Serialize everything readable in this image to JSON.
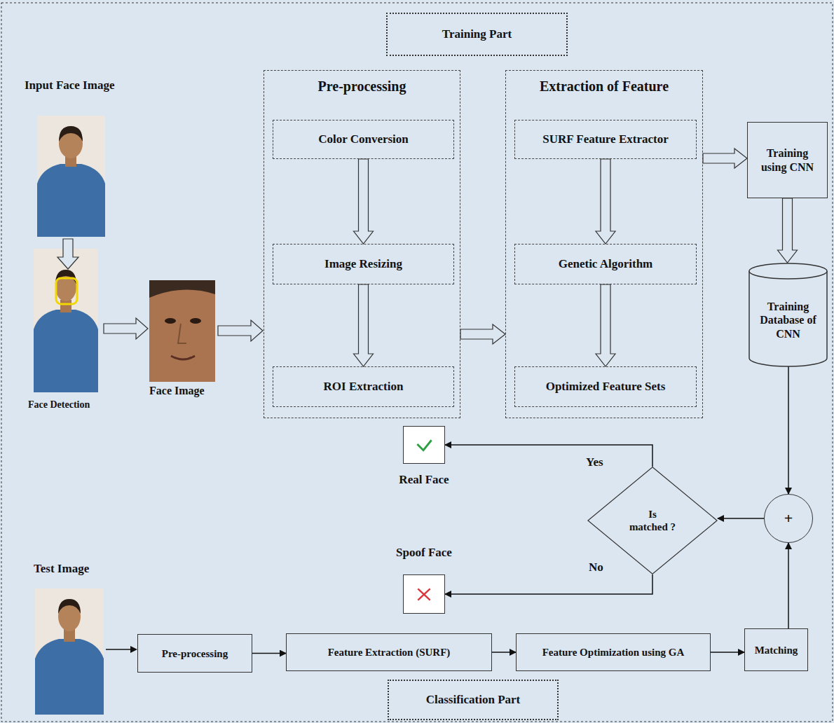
{
  "diagram": {
    "nodes": [
      {
        "text": [
          "Training Part"
        ]
      },
      {
        "text": [
          "Pre-processing"
        ]
      },
      {
        "text": [
          "Color Conversion"
        ],
        "in": 1
      },
      {
        "text": [
          "Image Resizing"
        ],
        "in": 1
      },
      {
        "text": [
          "ROI Extraction"
        ],
        "in": 1
      },
      {
        "text": [
          "Extraction of Feature"
        ]
      },
      {
        "text": [
          "SURF Feature Extractor"
        ],
        "in": 5
      },
      {
        "text": [
          "Genetic Algorithm"
        ],
        "in": 5
      },
      {
        "text": [
          "Optimized Feature Sets"
        ],
        "in": 5
      },
      {
        "text": [
          "Training using CNN"
        ]
      },
      {
        "text": [
          "Training Database of CNN"
        ]
      },
      {
        "text": [
          "Real Face"
        ]
      },
      {
        "text": [
          "Is matched ?"
        ]
      },
      {
        "text": [
          "+"
        ]
      },
      {
        "text": [
          "Spoof Face"
        ]
      },
      {
        "text": [
          "Pre-processing"
        ]
      },
      {
        "text": [
          "Feature Extraction (SURF)"
        ]
      },
      {
        "text": [
          "Feature Optimization using GA"
        ]
      },
      {
        "text": [
          "Matching"
        ]
      },
      {
        "text": [
          "Classification Part"
        ]
      }
    ],
    "edges": [
      {
        "from": 1,
        "to": 5,
        "arrow": "to"
      },
      {
        "from": 2,
        "to": 3,
        "arrow": "to"
      },
      {
        "from": 3,
        "to": 4,
        "arrow": "to"
      },
      {
        "from": 6,
        "to": 7,
        "arrow": "to"
      },
      {
        "from": 7,
        "to": 8,
        "arrow": "to"
      },
      {
        "from": 5,
        "to": 9,
        "arrow": "to"
      },
      {
        "from": 9,
        "to": 10,
        "arrow": "to"
      },
      {
        "from": 10,
        "to": 13,
        "arrow": "to"
      },
      {
        "from": 18,
        "to": 13,
        "arrow": "to"
      },
      {
        "from": 13,
        "to": 12,
        "arrow": "to"
      },
      {
        "from": 12,
        "to": 11,
        "label": "Yes",
        "arrow": "to"
      },
      {
        "from": 12,
        "to": 14,
        "label": "No",
        "arrow": "to"
      },
      {
        "from": 15,
        "to": 16,
        "arrow": "to"
      },
      {
        "from": 16,
        "to": 17,
        "arrow": "to"
      },
      {
        "from": 17,
        "to": 18,
        "arrow": "to"
      }
    ],
    "labels": [
      "Input Face Image",
      "Face Detection",
      "Face Image",
      "Test Image"
    ]
  }
}
